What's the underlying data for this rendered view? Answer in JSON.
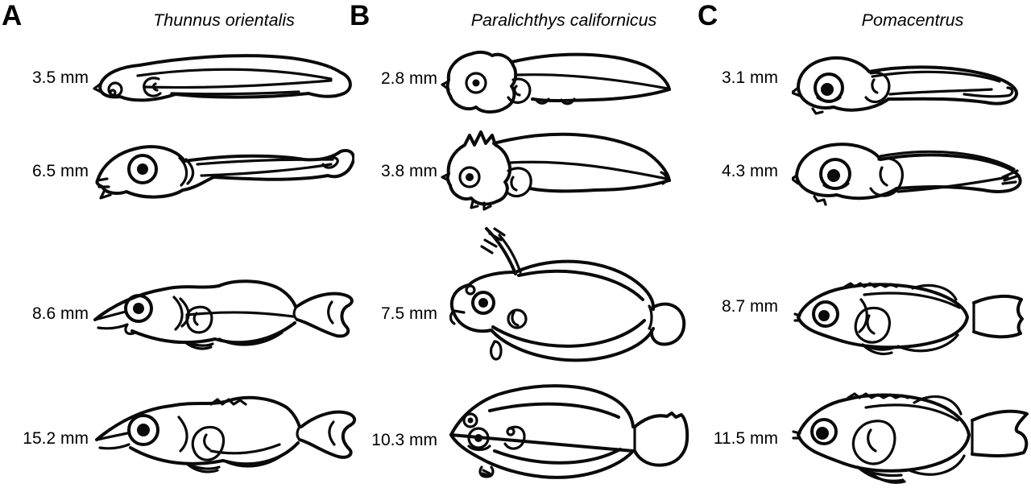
{
  "figure": {
    "background_color": "#ffffff",
    "ink_color": "#0a0a0a"
  },
  "panels": [
    {
      "letter": "A",
      "species": "Thunnus orientalis",
      "stages": [
        {
          "size": "3.5 mm"
        },
        {
          "size": "6.5 mm"
        },
        {
          "size": "8.6 mm"
        },
        {
          "size": "15.2 mm"
        }
      ]
    },
    {
      "letter": "B",
      "species": "Paralichthys californicus",
      "stages": [
        {
          "size": "2.8 mm"
        },
        {
          "size": "3.8 mm"
        },
        {
          "size": "7.5 mm"
        },
        {
          "size": "10.3 mm"
        }
      ]
    },
    {
      "letter": "C",
      "species": "Pomacentrus",
      "stages": [
        {
          "size": "3.1 mm"
        },
        {
          "size": "4.3 mm"
        },
        {
          "size": "8.7 mm"
        },
        {
          "size": "11.5 mm"
        }
      ]
    }
  ]
}
